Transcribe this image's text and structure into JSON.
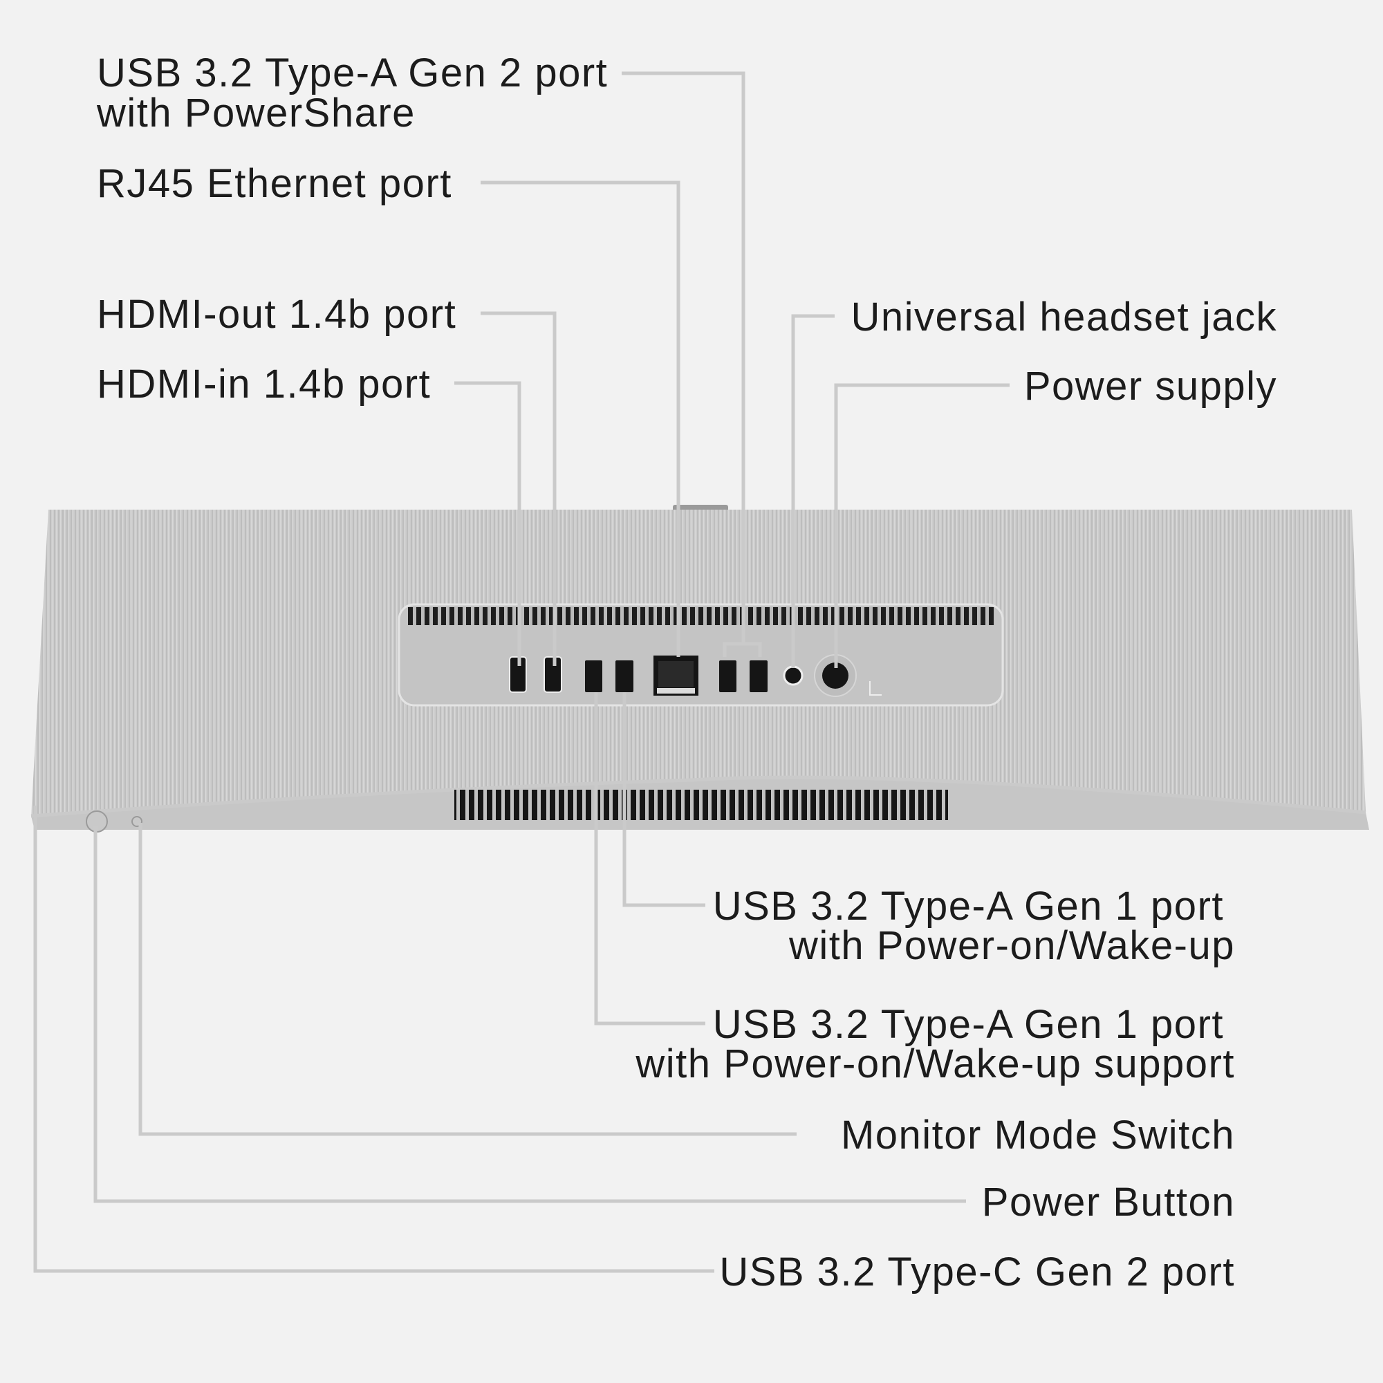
{
  "colors": {
    "background": "#f2f2f2",
    "leader_line": "#cacaca",
    "text": "#1c1c1c",
    "chassis": "#c9c9c9"
  },
  "labels": {
    "usb_a_gen2_powershare": {
      "line1": "USB 3.2 Type-A Gen 2 port",
      "line2": "with PowerShare"
    },
    "rj45": "RJ45 Ethernet port",
    "hdmi_out": "HDMI-out 1.4b port",
    "hdmi_in": "HDMI-in 1.4b port",
    "headset_jack": "Universal headset jack",
    "power_supply": "Power supply",
    "usb_a_gen1_wake": {
      "line1": "USB 3.2 Type-A Gen 1 port",
      "line2": "with Power-on/Wake-up"
    },
    "usb_a_gen1_wake_support": {
      "line1": "USB 3.2 Type-A Gen 1 port",
      "line2": "with Power-on/Wake-up support"
    },
    "monitor_mode_switch": "Monitor Mode Switch",
    "power_button": "Power Button",
    "usb_c_gen2": "USB 3.2 Type-C Gen 2 port"
  }
}
